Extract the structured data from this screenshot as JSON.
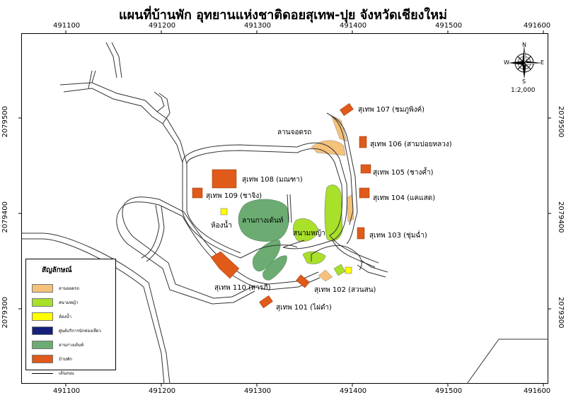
{
  "title": "แผนที่บ้านพัก อุทยานแห่งชาติดอยสุเทพ-ปุย จังหวัดเชียงใหม่",
  "coords": {
    "x_ticks": [
      "491100",
      "491200",
      "491300",
      "491400",
      "491500",
      "491600"
    ],
    "y_ticks": [
      "2079500",
      "2079400",
      "2079300"
    ]
  },
  "compass": {
    "n": "N",
    "s": "S",
    "e": "E",
    "w": "W"
  },
  "scale_text": "1:2,000",
  "labels": {
    "parking": "ลานจอดรถ",
    "restroom": "ห้องน้ำ",
    "camp": "ลานกางเต้นท์",
    "field": "สนามหญ้า",
    "h101": "สุเทพ 101 (ไผ่ดำ)",
    "h102": "สุเทพ 102 (สวนสน)",
    "h103": "สุเทพ 103 (ชุ่มฉ่ำ)",
    "h104": "สุเทพ 104 (แคแสด)",
    "h105": "สุเทพ 105 (ชางค้ำ)",
    "h106": "สุเทพ 106 (สามปอยหลวง)",
    "h107": "สุเทพ 107 (ชมภูพิงค์)",
    "h108": "สุเทพ 108 (มณฑา)",
    "h109": "สุเทพ 109 (ชาจิง)",
    "h110": "สุเทพ 110 (สารภี)"
  },
  "legend": {
    "title": "สัญลักษณ์",
    "items": [
      {
        "label": "ลานจอดรถ",
        "color": "#f5c27a"
      },
      {
        "label": "สนามหญ้า",
        "color": "#a8e02a"
      },
      {
        "label": "ห้องน้ำ",
        "color": "#ffff00"
      },
      {
        "label": "ศูนย์บริการนักท่องเที่ยว",
        "color": "#14207a"
      },
      {
        "label": "ลานกางเต้นท์",
        "color": "#6cac72"
      },
      {
        "label": "บ้านพัก",
        "color": "#e05a1a"
      }
    ],
    "road_label": "เส้นถนน"
  },
  "colors": {
    "parking": "#f5c27a",
    "field": "#a8e02a",
    "restroom": "#ffff00",
    "camp": "#6cac72",
    "house": "#e05a1a",
    "road": "#333333"
  }
}
